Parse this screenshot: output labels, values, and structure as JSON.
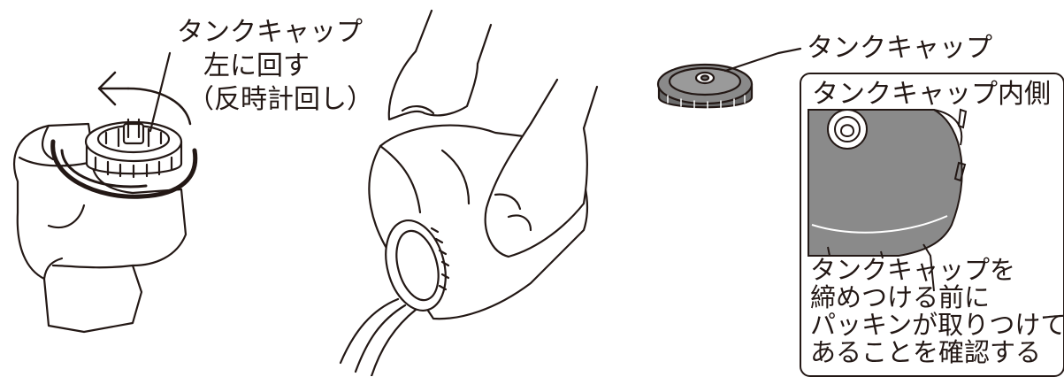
{
  "figure": {
    "left_labels": {
      "cap": "タンクキャップ",
      "turn": "左に回す",
      "direction": "（反時計回し）"
    },
    "right": {
      "cap_label": "タンクキャップ",
      "inset_title": "タンクキャップ内側",
      "note_lines": [
        "タンクキャップを",
        "締めつける前に",
        "パッキンが取りつけて",
        "あることを確認する"
      ]
    }
  },
  "colors": {
    "ink": "#231815",
    "cap_dark": "#6b6b6b",
    "cap_mid": "#8a8a8a",
    "paper": "#ffffff"
  },
  "icons": [
    "rotate-left-arrow-icon",
    "tank-cap-icon"
  ]
}
